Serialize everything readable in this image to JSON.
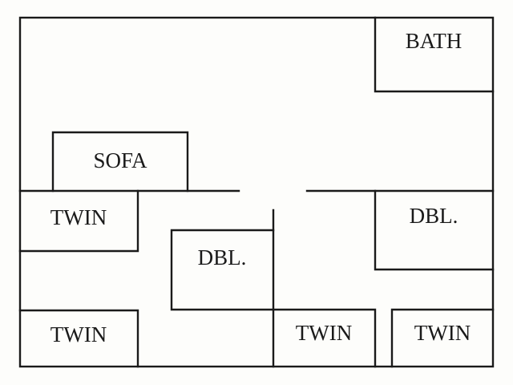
{
  "floorplan": {
    "labels": {
      "bath": "BATH",
      "sofa": "SOFA",
      "twin_left_upper": "TWIN",
      "dbl_right": "DBL.",
      "dbl_center": "DBL.",
      "twin_bottom_left": "TWIN",
      "twin_bottom_center": "TWIN",
      "twin_bottom_right": "TWIN"
    },
    "colors": {
      "line": "#1a1a1a",
      "background": "#fdfdfb"
    }
  }
}
